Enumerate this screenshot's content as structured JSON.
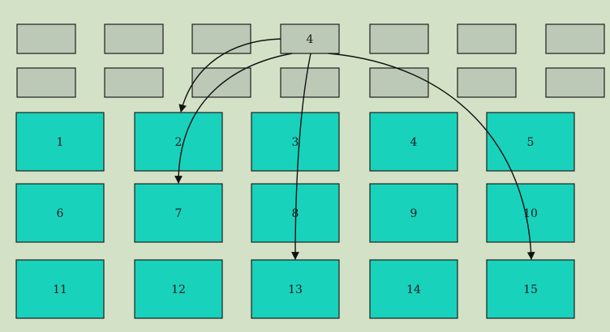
{
  "diagram": {
    "top_row_1": [
      {
        "label": ""
      },
      {
        "label": ""
      },
      {
        "label": ""
      },
      {
        "label": "4"
      },
      {
        "label": ""
      },
      {
        "label": ""
      },
      {
        "label": ""
      }
    ],
    "top_row_2": [
      {
        "label": ""
      },
      {
        "label": ""
      },
      {
        "label": ""
      },
      {
        "label": ""
      },
      {
        "label": ""
      },
      {
        "label": ""
      },
      {
        "label": ""
      }
    ],
    "grid": [
      [
        "1",
        "2",
        "3",
        "4",
        "5"
      ],
      [
        "6",
        "7",
        "8",
        "9",
        "10"
      ],
      [
        "11",
        "12",
        "13",
        "14",
        "15"
      ]
    ],
    "edges": [
      {
        "from": "4",
        "to": "2"
      },
      {
        "from": "4",
        "to": "7"
      },
      {
        "from": "4",
        "to": "13"
      },
      {
        "from": "4",
        "to": "15"
      }
    ],
    "colors": {
      "background": "#d3e2c6",
      "small_box": "#bcc9b7",
      "grid_box": "#19d2bc",
      "stroke": "#1e1e1e"
    }
  }
}
